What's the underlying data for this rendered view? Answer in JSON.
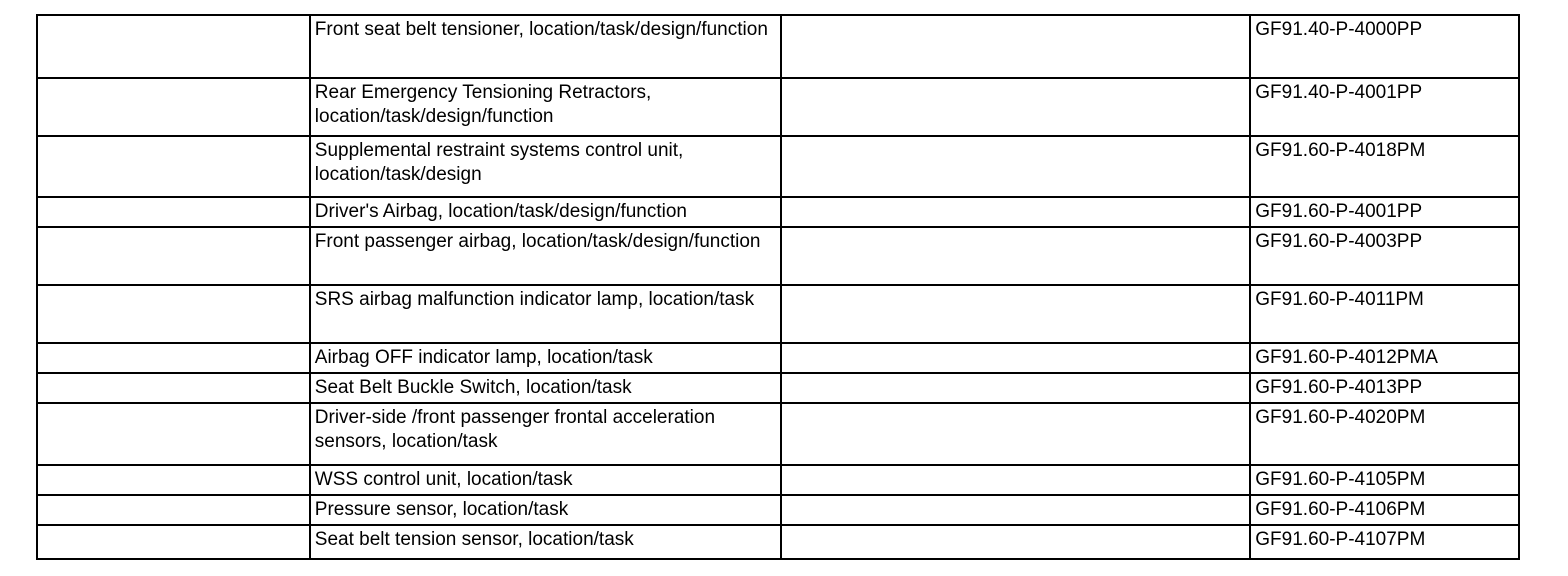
{
  "document": {
    "background_color": "#ffffff",
    "border_color": "#000000",
    "text_color": "#000000"
  },
  "table": {
    "rows": [
      {
        "description": "Front seat belt tensioner, location/task/design/function",
        "code": "GF91.40-P-4000PP"
      },
      {
        "description": "Rear Emergency Tensioning Retractors, location/task/design/function",
        "code": "GF91.40-P-4001PP"
      },
      {
        "description": "Supplemental restraint systems control unit, location/task/design",
        "code": "GF91.60-P-4018PM"
      },
      {
        "description": "Driver's Airbag, location/task/design/function",
        "code": "GF91.60-P-4001PP"
      },
      {
        "description": "Front passenger airbag, location/task/design/function",
        "code": "GF91.60-P-4003PP"
      },
      {
        "description": "SRS airbag malfunction indicator lamp, location/task",
        "code": "GF91.60-P-4011PM"
      },
      {
        "description": "Airbag OFF indicator lamp, location/task",
        "code": "GF91.60-P-4012PMA"
      },
      {
        "description": "Seat Belt Buckle Switch, location/task",
        "code": "GF91.60-P-4013PP"
      },
      {
        "description": "Driver-side /front passenger frontal acceleration sensors, location/task",
        "code": "GF91.60-P-4020PM"
      },
      {
        "description": "WSS control unit, location/task",
        "code": "GF91.60-P-4105PM"
      },
      {
        "description": "Pressure sensor, location/task",
        "code": "GF91.60-P-4106PM"
      },
      {
        "description": "Seat belt tension sensor, location/task",
        "code": "GF91.60-P-4107PM"
      }
    ]
  }
}
